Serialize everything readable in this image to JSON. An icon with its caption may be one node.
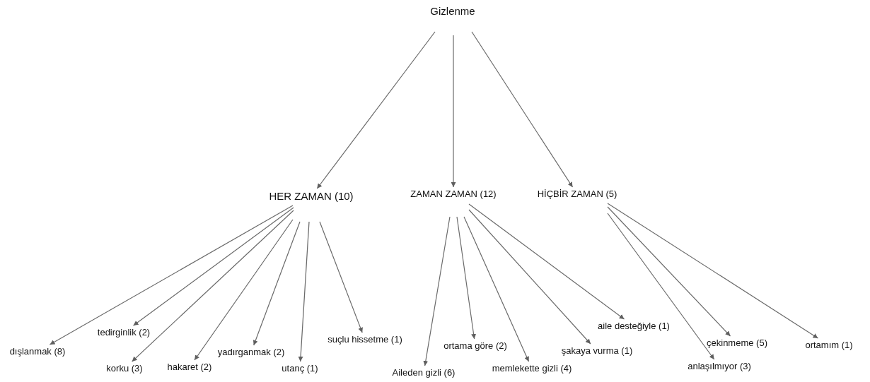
{
  "diagram": {
    "nodes": [
      {
        "text": [
          "Gizlenme"
        ]
      },
      {
        "text": [
          "HER ZAMAN (10)"
        ]
      },
      {
        "text": [
          "ZAMAN ZAMAN (12)"
        ]
      },
      {
        "text": [
          "HİÇBİR ZAMAN (5)"
        ]
      },
      {
        "text": [
          "dışlanmak (8)"
        ]
      },
      {
        "text": [
          "tedirginlik (2)"
        ]
      },
      {
        "text": [
          "korku (3)"
        ]
      },
      {
        "text": [
          "hakaret (2)"
        ]
      },
      {
        "text": [
          "yadırganmak (2)"
        ]
      },
      {
        "text": [
          "utanç (1)"
        ]
      },
      {
        "text": [
          "suçlu hissetme (1)"
        ]
      },
      {
        "text": [
          "Aileden gizli (6)"
        ]
      },
      {
        "text": [
          "ortama göre (2)"
        ]
      },
      {
        "text": [
          "memlekette gizli (4)"
        ]
      },
      {
        "text": [
          "şakaya vurma (1)"
        ]
      },
      {
        "text": [
          "aile desteğiyle (1)"
        ]
      },
      {
        "text": [
          "anlaşılmıyor (3)"
        ]
      },
      {
        "text": [
          "çekinmeme (5)"
        ]
      },
      {
        "text": [
          "ortamım (1)"
        ]
      }
    ],
    "edges": [
      {
        "from": 0,
        "to": 1,
        "arrow": "to"
      },
      {
        "from": 0,
        "to": 2,
        "arrow": "to"
      },
      {
        "from": 0,
        "to": 3,
        "arrow": "to"
      },
      {
        "from": 1,
        "to": 4,
        "arrow": "to"
      },
      {
        "from": 1,
        "to": 5,
        "arrow": "to"
      },
      {
        "from": 1,
        "to": 6,
        "arrow": "to"
      },
      {
        "from": 1,
        "to": 7,
        "arrow": "to"
      },
      {
        "from": 1,
        "to": 8,
        "arrow": "to"
      },
      {
        "from": 1,
        "to": 9,
        "arrow": "to"
      },
      {
        "from": 1,
        "to": 10,
        "arrow": "to"
      },
      {
        "from": 2,
        "to": 11,
        "arrow": "to"
      },
      {
        "from": 2,
        "to": 12,
        "arrow": "to"
      },
      {
        "from": 2,
        "to": 13,
        "arrow": "to"
      },
      {
        "from": 2,
        "to": 14,
        "arrow": "to"
      },
      {
        "from": 2,
        "to": 15,
        "arrow": "to"
      },
      {
        "from": 3,
        "to": 16,
        "arrow": "to"
      },
      {
        "from": 3,
        "to": 17,
        "arrow": "to"
      },
      {
        "from": 3,
        "to": 18,
        "arrow": "to"
      }
    ]
  }
}
